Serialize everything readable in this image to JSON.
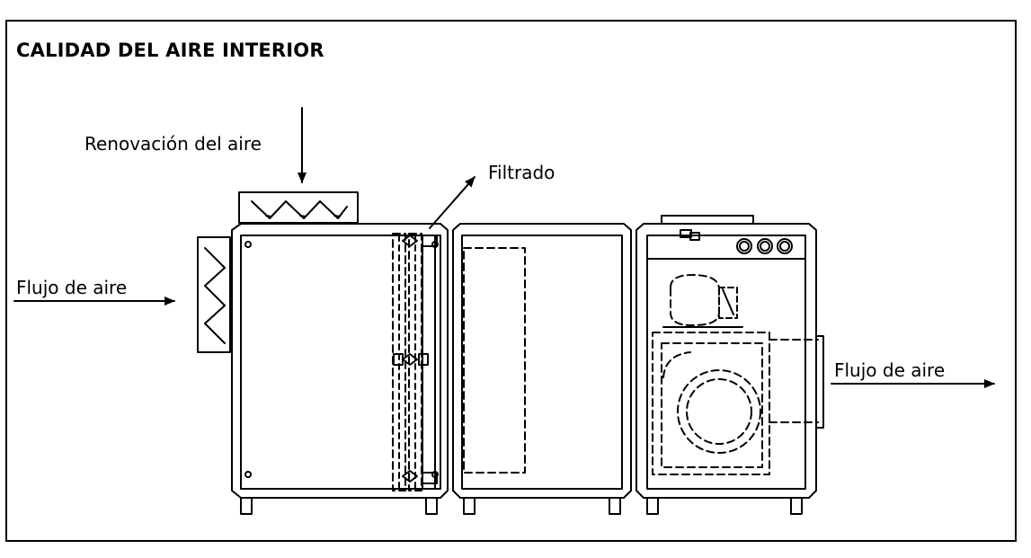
{
  "title": "CALIDAD DEL AIRE INTERIOR",
  "labels": {
    "renovacion": "Renovación del aire",
    "filtrado": "Filtrado",
    "flujo_entrada": "Flujo de aire",
    "flujo_salida": "Flujo de aire"
  },
  "colors": {
    "line": "#000000",
    "background": "#ffffff"
  }
}
